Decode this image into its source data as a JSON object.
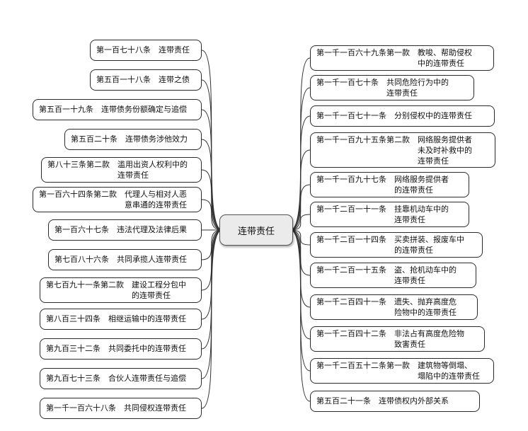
{
  "center": {
    "label": "连带责任"
  },
  "left_nodes": [
    {
      "text": "第一百七十八条　连带责任"
    },
    {
      "text": "第五百一十八条　连带之债"
    },
    {
      "text": "第五百一十九条　连带债务份额确定与追偿"
    },
    {
      "text": "第五百二十条　连带债务涉他效力"
    },
    {
      "text": "第八十三条第二款　滥用出资人权利中的\n　　　　　　　　　连带责任"
    },
    {
      "text": "第一百六十四条第二款　代理人与相对人恶\n　　　　　　　　　　　意串通的连带责任"
    },
    {
      "text": "第一百六十七条　违法代理及法律后果"
    },
    {
      "text": "第七百八十六条　共同承揽人连带责任"
    },
    {
      "text": "第七百九十一条第二款　建设工程分包中\n　　　　　　　　　　　的连带责任"
    },
    {
      "text": "第八百三十四条　相继运输中的连带责任"
    },
    {
      "text": "第九百三十二条　共同委托中的连带责任"
    },
    {
      "text": "第九百七十三条　合伙人连带责任与追偿"
    },
    {
      "text": "第一千一百六十八条　共同侵权连带责任"
    }
  ],
  "right_nodes": [
    {
      "text": "第一千一百六十九条第一款　教唆、帮助侵权\n　　　　　　　　　　　　　中的连带责任"
    },
    {
      "text": "第一千一百七十条　共同危险行为中的\n　　　　　　　　　连带责任"
    },
    {
      "text": "第一千一百七十一条　分别侵权中的连带责任"
    },
    {
      "text": "第一千一百九十五条第二款　网络服务提供者\n　　　　　　　　　　　　　未及时补救中的\n　　　　　　　　　　　　　连带责任"
    },
    {
      "text": "第一千一百九十七条　网络服务提供者\n　　　　　　　　　　的连带责任"
    },
    {
      "text": "第一千二百一十一条　挂靠机动车中的\n　　　　　　　　　　连带责任"
    },
    {
      "text": "第一千二百一十四条　买卖拼装、报废车中\n　　　　　　　　　　的连带责任"
    },
    {
      "text": "第一千二百一十五条　盗、抢机动车中的\n　　　　　　　　　　连带责任"
    },
    {
      "text": "第一千二百四十一条　遗失、抛弃高度危\n　　　　　　　　　　险物中的连带责任"
    },
    {
      "text": "第一千二百四十二条　非法占有高度危险物\n　　　　　　　　　　致害责任"
    },
    {
      "text": "第一千二百五十二条第一款　建筑物等倒塌、\n　　　　　　　　　　　　　塌陷中的连带责任"
    },
    {
      "text": "第五百二十一条　连带债权内外部关系"
    }
  ]
}
